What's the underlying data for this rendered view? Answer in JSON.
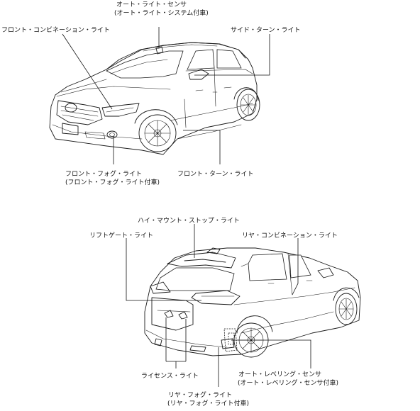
{
  "labels": {
    "auto_light_sensor": "オート・ライト・センサ",
    "auto_light_sensor_note": "(オート・ライト・システム付車)",
    "front_combination_light": "フロント・コンビネーション・ライト",
    "side_turn_light": "サイド・ターン・ライト",
    "front_fog_light": "フロント・フォグ・ライト",
    "front_fog_light_note": "(フロント・フォグ・ライト付車)",
    "front_turn_light": "フロント・ターン・ライト",
    "high_mount_stop_light": "ハイ・マウント・ストップ・ライト",
    "liftgate_light": "リフトゲート・ライト",
    "rear_combination_light": "リヤ・コンビネーション・ライト",
    "license_light": "ライセンス・ライト",
    "auto_leveling_sensor": "オート・レベリング・センサ",
    "auto_leveling_sensor_note": "(オート・レベリング・センサ付車)",
    "rear_fog_light": "リヤ・フォグ・ライト",
    "rear_fog_light_note": "(リヤ・フォグ・ライト付車)"
  }
}
